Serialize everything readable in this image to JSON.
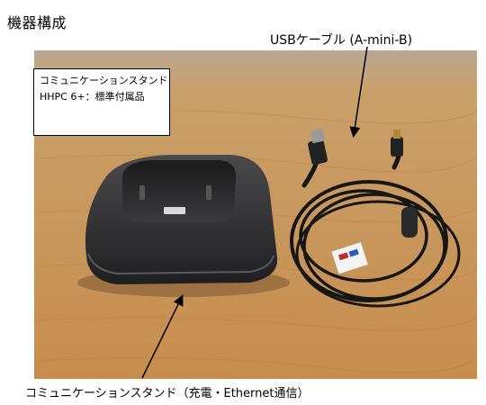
{
  "page": {
    "title": "機器構成"
  },
  "note_box": {
    "line1": "コミュニケーションスタンド",
    "line2": "HHPC 6+：標準付属品"
  },
  "labels": {
    "usb_cable": "USBケーブル (A-mini-B)",
    "stand": "コミュニケーションスタンド（充電・Ethernet通信）"
  },
  "photo": {
    "subject": [
      "communication-stand",
      "usb-cable"
    ],
    "colors": {
      "table": "#c9975a",
      "stand": "#2c2c2e",
      "cable": "#1a1a1a",
      "wall": "#b9a892"
    }
  }
}
